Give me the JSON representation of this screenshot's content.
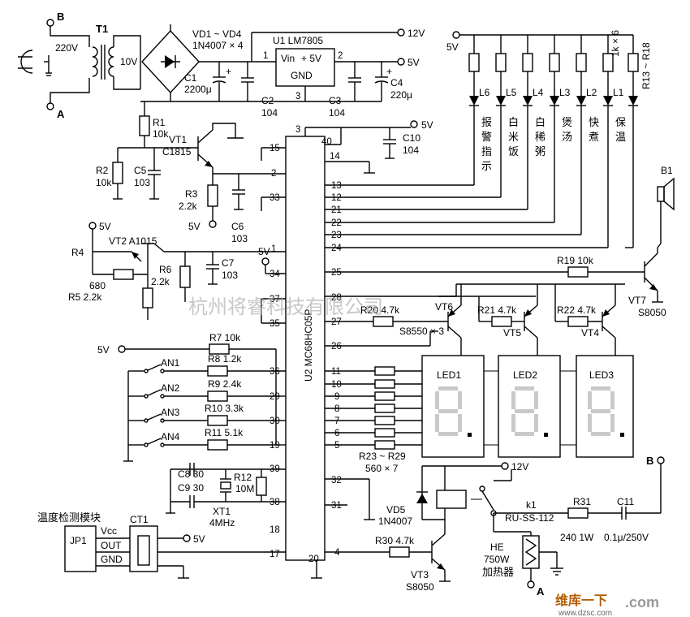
{
  "power": {
    "terminal_b": "B",
    "terminal_a": "A",
    "mains": "220V",
    "transformer": "T1",
    "secondary": "10V",
    "rectifier": "VD1 ~ VD4",
    "rectifier_part": "1N4007 × 4",
    "regulator": "U1 LM7805",
    "reg_vin": "Vin",
    "reg_vout": "+ 5V",
    "reg_gnd": "GND",
    "reg_pin1": "1",
    "reg_pin2": "2",
    "reg_pin3": "3",
    "v12": "12V",
    "v5": "5V"
  },
  "parts": {
    "c1": "C1",
    "c1_value": "2200μ",
    "c2": "C2",
    "c2_value": "104",
    "c3": "C3",
    "c3_value": "104",
    "c4": "C4",
    "c4_value": "220μ",
    "r1": "R1",
    "r1_value": "10k",
    "r2": "R2",
    "r2_value": "10k",
    "c5": "C5",
    "c5_value": "103",
    "vt1": "VT1",
    "vt1_part": "C1815",
    "r3": "R3",
    "r3_value": "2.2k",
    "c6": "C6",
    "c6_value": "103",
    "vt2": "VT2  A1015",
    "r4": "R4",
    "r4_value": "680",
    "r5": "R5  2.2k",
    "r6": "R6",
    "r6_value": "2.2k",
    "c7": "C7",
    "c7_value": "103",
    "c10": "C10",
    "c10_value": "104",
    "b1": "B1",
    "r19": "R19  10k",
    "vt7": "VT7",
    "vt7_part": "S8050",
    "r20": "R20  4.7k",
    "vt6": "VT6",
    "pnp_part": "S8550 × 3",
    "r21": "R21  4.7k",
    "vt5": "VT5",
    "r22": "R22  4.7k",
    "vt4": "VT4",
    "r23_29": "R23 ~ R29",
    "r23_29_value": "560 × 7",
    "r7": "R7  10k",
    "c8": "C8  30",
    "c9": "C9  30",
    "xt1": "XT1",
    "xt1_value": "4MHz",
    "r12": "R12",
    "r12_value": "10M",
    "r30": "R30  4.7k",
    "vt3": "VT3",
    "vt3_part": "S8050",
    "vd5": "VD5",
    "vd5_part": "1N4007",
    "k1": "k1",
    "relay_part": "RU-SS-112",
    "r31": "R31",
    "r31_value": "240 1W",
    "c11": "C11",
    "c11_value": "0.1μ/250V",
    "he": "HE",
    "he_power": "750W",
    "he_function": "加热器"
  },
  "mcu": {
    "label": "U2  MC68HC05P",
    "pin3": "3",
    "pin40": "40",
    "pin14": "14",
    "pin15": "15",
    "pin2": "2",
    "pin33": "33",
    "pin1": "1",
    "pin34": "34",
    "pin37": "37",
    "pin35": "35",
    "pin36": "36",
    "pin29": "29",
    "pin30": "30",
    "pin19": "19",
    "pin39": "39",
    "pin38": "38",
    "pin18": "18",
    "pin17": "17",
    "pin20": "20",
    "pin13": "13",
    "pin12": "12",
    "pin21": "21",
    "pin22": "22",
    "pin23": "23",
    "pin24": "24",
    "pin25": "25",
    "pin28": "28",
    "pin27": "27",
    "pin26": "26",
    "pin11": "11",
    "pin10": "10",
    "pin9": "9",
    "pin8": "8",
    "pin7": "7",
    "pin6": "6",
    "pin5": "5",
    "pin32": "32",
    "pin31": "31",
    "pin4": "4"
  },
  "leds": {
    "resistor_value": "1k × 6",
    "resistor_label": "R13 ~ R18",
    "items": [
      {
        "id": "L6",
        "c1": "报",
        "c2": "警",
        "c3": "指",
        "c4": "示"
      },
      {
        "id": "L5",
        "c1": "白",
        "c2": "米",
        "c3": "饭"
      },
      {
        "id": "L4",
        "c1": "白",
        "c2": "稀",
        "c3": "粥"
      },
      {
        "id": "L3",
        "c1": "煲",
        "c2": "汤"
      },
      {
        "id": "L2",
        "c1": "快",
        "c2": "煮"
      },
      {
        "id": "L1",
        "c1": "保",
        "c2": "温"
      }
    ]
  },
  "display": {
    "led1": "LED1",
    "led2": "LED2",
    "led3": "LED3"
  },
  "keys": [
    {
      "name": "AN1",
      "resistor": "R8  1.2k"
    },
    {
      "name": "AN2",
      "resistor": "R9  2.4k"
    },
    {
      "name": "AN3",
      "resistor": "R10  3.3k"
    },
    {
      "name": "AN4",
      "resistor": "R11  5.1k"
    }
  ],
  "temp": {
    "module": "温度检测模块",
    "jp1": "JP1",
    "vcc": "Vcc",
    "out": "OUT",
    "gnd": "GND",
    "ct1": "CT1"
  },
  "watermark": {
    "company": "杭州将睿科技有限公司",
    "site_name": "维库一下",
    "site_url": "www.dzsc.com",
    "site_suffix": ".com"
  }
}
